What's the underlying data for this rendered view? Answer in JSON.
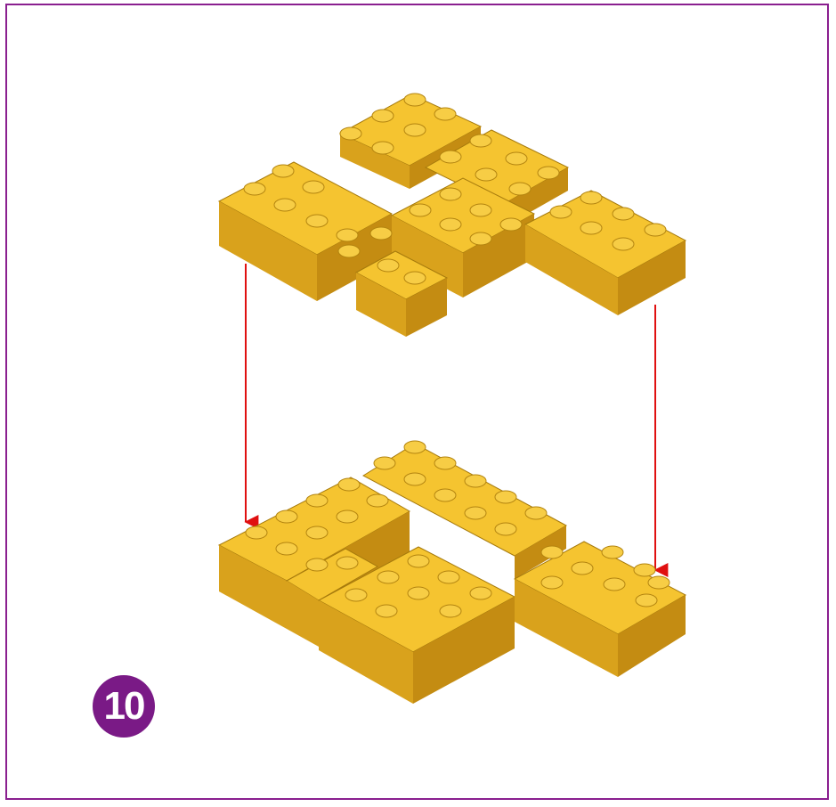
{
  "step": {
    "number": "10"
  },
  "colors": {
    "frame": "#8a1f8f",
    "badge": "#7a1a86",
    "brick_top": "#f5c430",
    "brick_left": "#d9a21c",
    "brick_right": "#c48c12",
    "stud": "#f7cd45",
    "arrow": "#e01010"
  },
  "diagram": {
    "upper_assembly": "bricks-assembly-before",
    "lower_assembly": "bricks-assembly-after",
    "arrows": [
      "placement-arrow-left",
      "placement-arrow-right"
    ]
  }
}
